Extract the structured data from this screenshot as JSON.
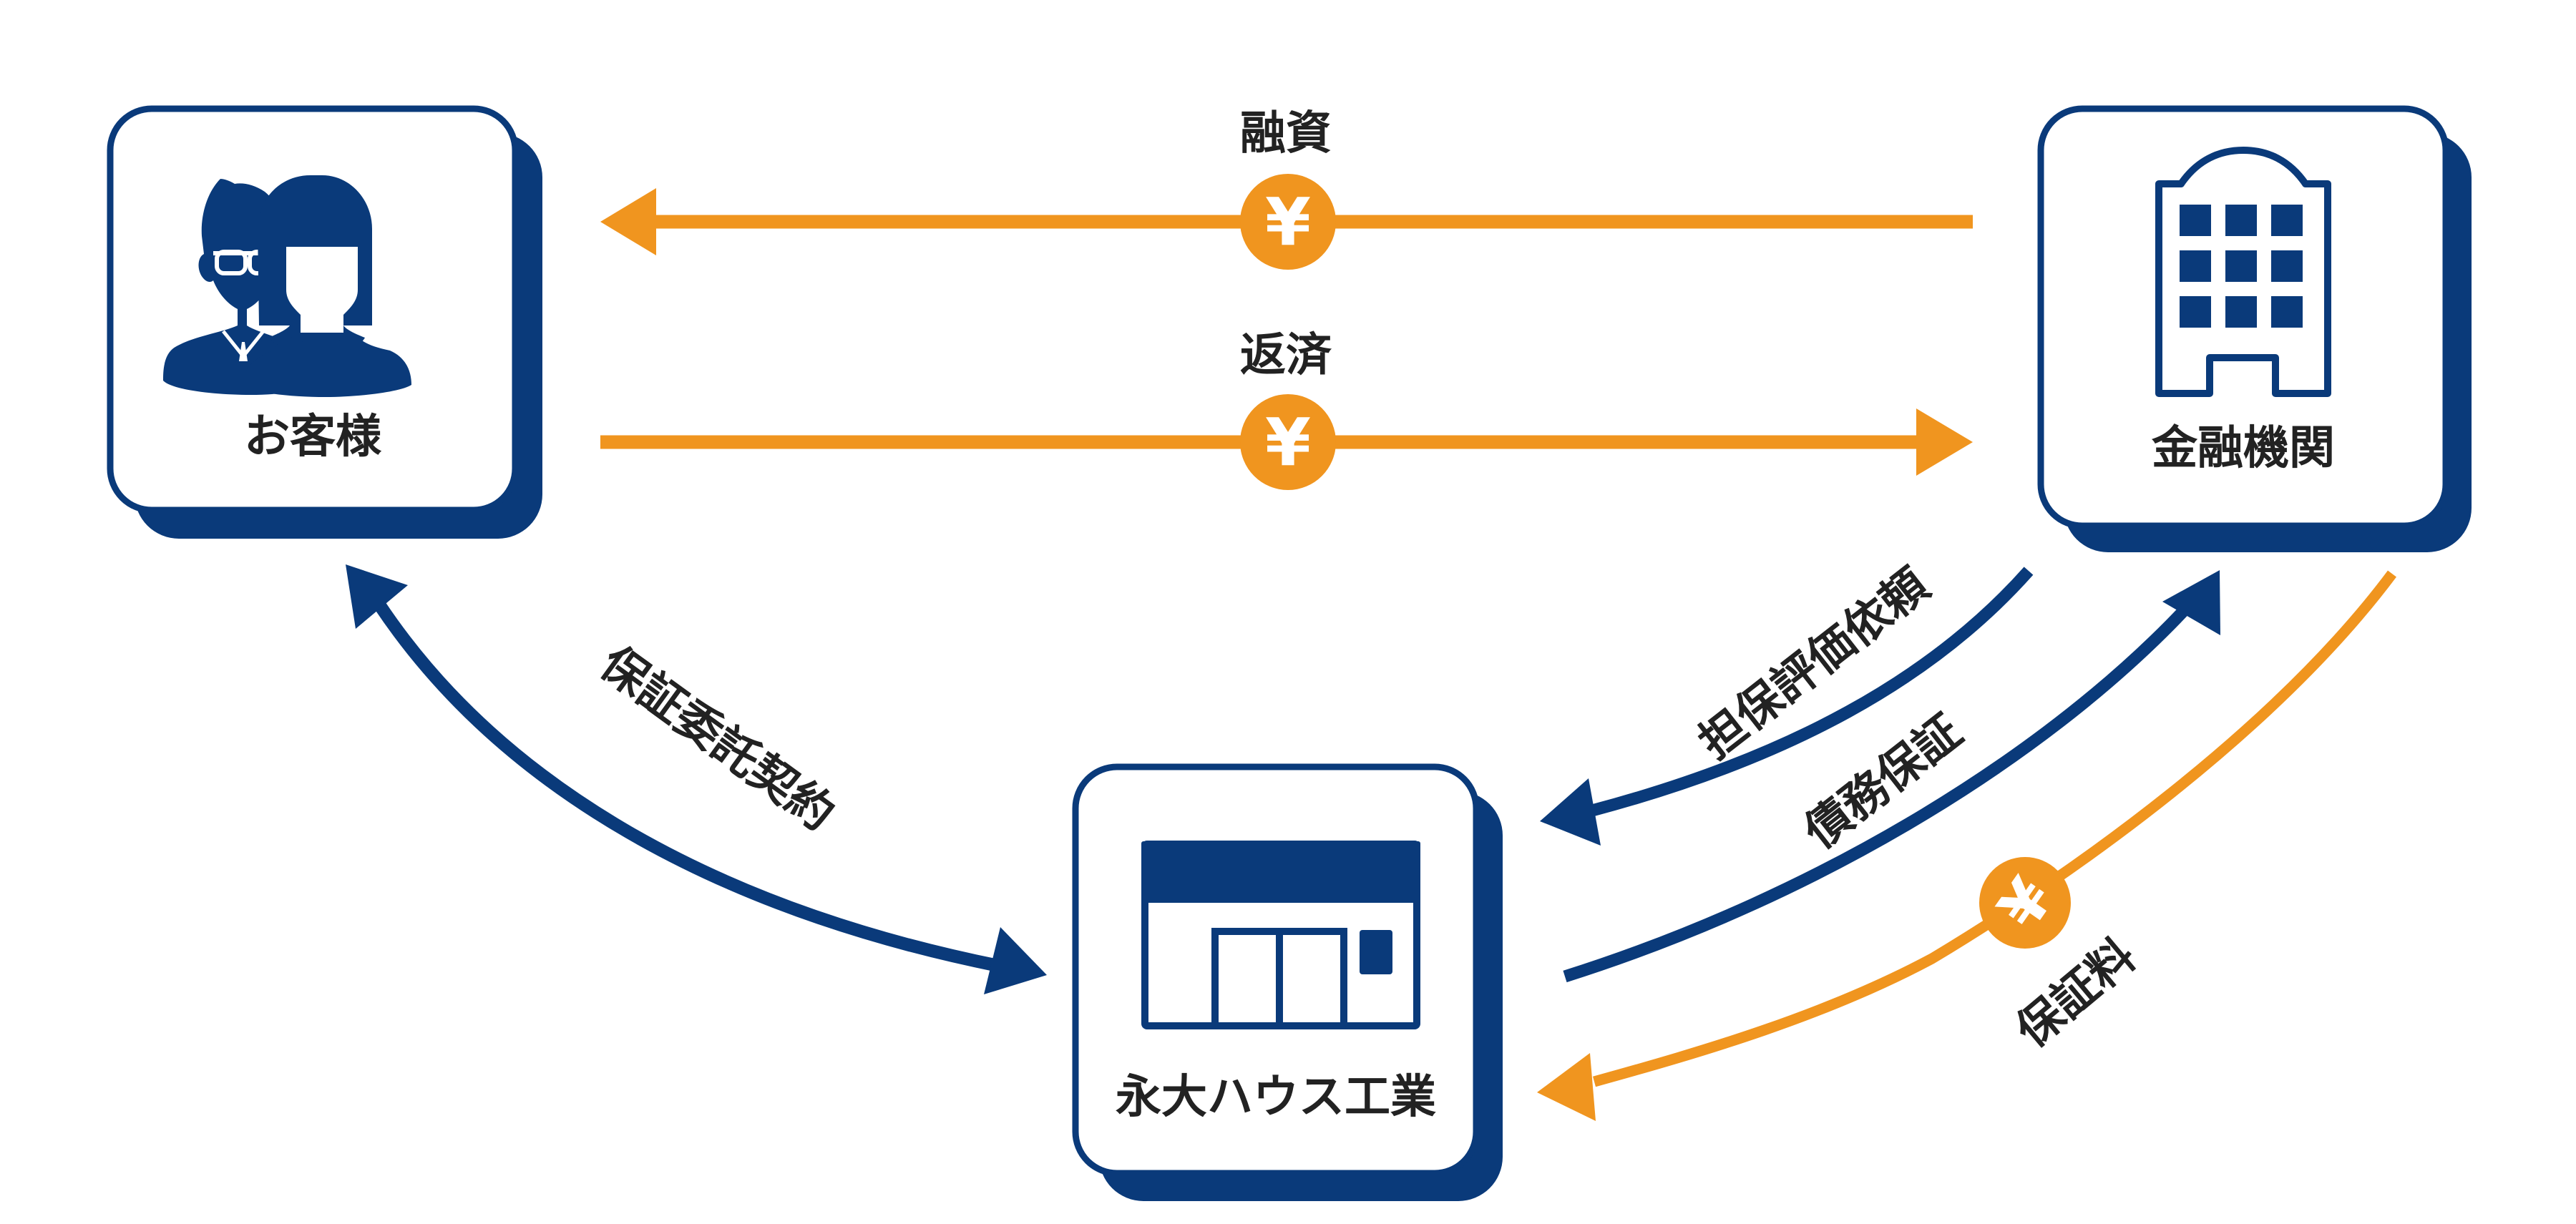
{
  "colors": {
    "navy": "#0a3a7a",
    "orange": "#f0951f",
    "text": "#222222",
    "background": "#ffffff"
  },
  "nodes": {
    "customer": {
      "label": "お客様",
      "icon": "customers-icon"
    },
    "bank": {
      "label": "金融機関",
      "icon": "building-icon"
    },
    "company": {
      "label": "永大ハウス工業",
      "icon": "storefront-icon"
    }
  },
  "flows": {
    "loan": {
      "label": "融資",
      "from": "金融機関",
      "to": "お客様",
      "money": true,
      "currency_symbol": "¥"
    },
    "repayment": {
      "label": "返済",
      "from": "お客様",
      "to": "金融機関",
      "money": true,
      "currency_symbol": "¥"
    },
    "guarantee_contract": {
      "label": "保証委託契約",
      "between": [
        "お客様",
        "永大ハウス工業"
      ],
      "bidirectional": true
    },
    "collateral_request": {
      "label": "担保評価依頼",
      "from": "金融機関",
      "to": "永大ハウス工業"
    },
    "debt_guarantee": {
      "label": "債務保証",
      "from": "永大ハウス工業",
      "to": "金融機関"
    },
    "guarantee_fee": {
      "label": "保証料",
      "from": "金融機関",
      "to": "永大ハウス工業",
      "money": true,
      "currency_symbol": "¥"
    }
  }
}
